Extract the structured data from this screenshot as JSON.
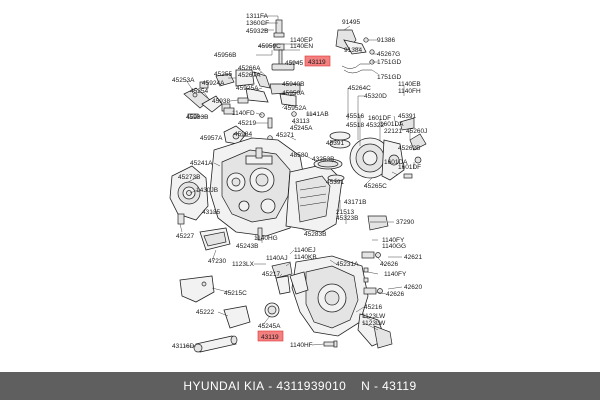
{
  "footer": {
    "brand": "HYUNDAI",
    "make": "KIA",
    "part_number": "4311939010",
    "separator": "-",
    "ref_code": "N - 43119"
  },
  "colors": {
    "highlight": "#f47f7f",
    "footer_bg": "#5f5f5f"
  },
  "labels": {
    "l1311FA": "1311FA",
    "l1360CF": "1360CF",
    "l45932B": "45932B",
    "l91495": "91495",
    "l91386": "91386",
    "l91384": "91384",
    "l45267G": "45267G",
    "l1751GD_a": "1751GD",
    "l1751GD_b": "1751GD",
    "l1140EP": "1140EP",
    "l1140EN": "1140EN",
    "l45959C": "45959C",
    "l45956B": "45956B",
    "l45945": "45945",
    "l43119_top": "43119",
    "l45266A": "45266A",
    "l45255": "45255",
    "l45267A": "45267A",
    "l45253A": "45253A",
    "l45924A": "45924A",
    "l45940B": "45940B",
    "l45254": "45254",
    "l45925A": "45925A",
    "l45950A": "45950A",
    "l45938": "45938",
    "l45952A": "45952A",
    "l45264C": "45264C",
    "l45320D": "45320D",
    "l1140EB": "1140EB",
    "l1140FH": "1140FH",
    "l45933B": "45933B",
    "l1140FD": "1140FD",
    "l1141AB": "1141AB",
    "l45219": "45219",
    "l43113": "43113",
    "l45245A": "45245A",
    "l45516": "45516",
    "l1601DF": "1601DF",
    "l1601DA": "1601DA",
    "l45391_a": "45391",
    "l45518": "45518",
    "l45322": "45322",
    "l22121": "22121",
    "l45260J": "45260J",
    "l45957A": "45957A",
    "l45984": "45984",
    "l45271": "45271",
    "l45391_b": "45391",
    "l45262B": "45262B",
    "l48580": "48580",
    "l45241A": "45241A",
    "l43253B": "43253B",
    "l1601DA_b": "1601DA",
    "l1601DF_b": "1601DF",
    "l45273B": "45273B",
    "l45265C": "45265C",
    "l1430JB": "1430JB",
    "l45391_c": "45391",
    "l43171B": "43171B",
    "l43135": "43135",
    "l21513": "21513",
    "l45323B": "45323B",
    "l37290": "37290",
    "l45227": "45227",
    "l45283B": "45283B",
    "l1140HG": "1140HG",
    "l1140FY": "1140FY",
    "l1140GG": "1140GG",
    "l45243B": "45243B",
    "l1140EJ": "1140EJ",
    "l1140KB": "1140KB",
    "l42621": "42621",
    "l47230": "47230",
    "l1123LX": "1123LX",
    "l1140AJ": "1140AJ",
    "l45231A": "45231A",
    "l42626_a": "42626",
    "l45217": "45217",
    "l1140FY_b": "1140FY",
    "l42620": "42620",
    "l42626_b": "42626",
    "l45215C": "45215C",
    "l45216": "45216",
    "l45222": "45222",
    "l1123LW_a": "1123LW",
    "l1123LW_b": "1123LW",
    "l45245A_b": "45245A",
    "l43119_bot": "43119",
    "l43116D": "43116D",
    "l1140HF": "1140HF"
  }
}
